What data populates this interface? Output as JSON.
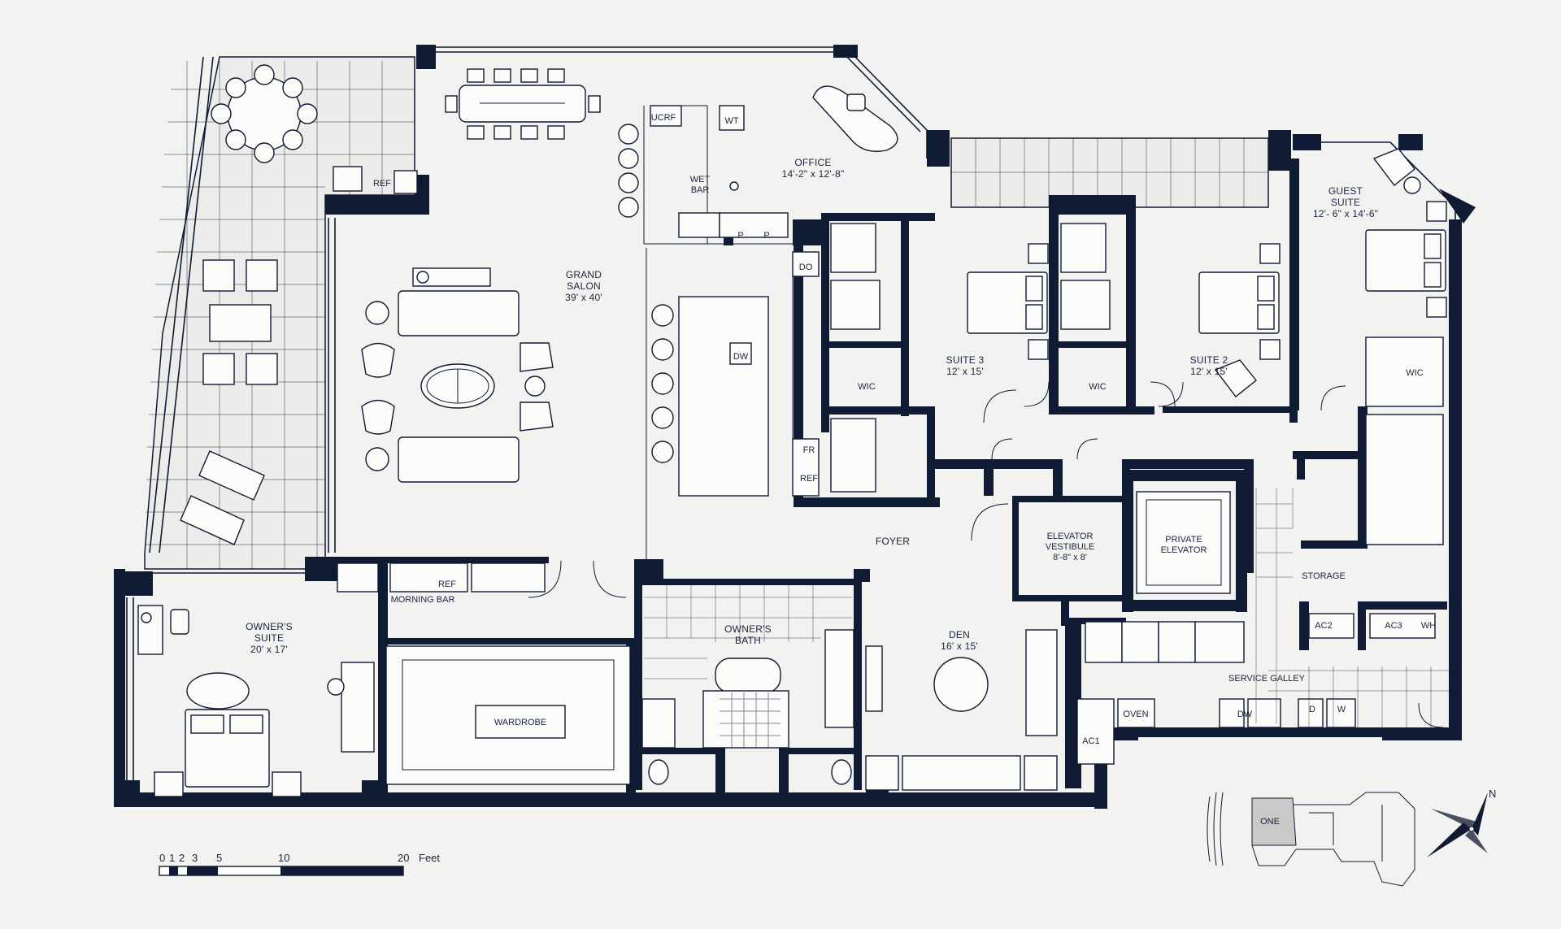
{
  "rooms": {
    "grand_salon": {
      "name": "GRAND\nSALON",
      "dim": "39' x 40'"
    },
    "office": {
      "name": "OFFICE",
      "dim": "14'-2\" x 12'-8\""
    },
    "guest_suite": {
      "name": "GUEST\nSUITE",
      "dim": "12'- 6\" x 14'-6\""
    },
    "suite3": {
      "name": "SUITE 3",
      "dim": "12' x 15'"
    },
    "suite2": {
      "name": "SUITE 2",
      "dim": "12' x 15'"
    },
    "owners_suite": {
      "name": "OWNER'S\nSUITE",
      "dim": "20' x 17'"
    },
    "owners_bath": {
      "name": "OWNER'S\nBATH"
    },
    "den": {
      "name": "DEN",
      "dim": "16' x 15'"
    },
    "foyer": {
      "name": "FOYER"
    },
    "elevator_vestibule": {
      "name": "ELEVATOR\nVESTIBULE",
      "dim": "8'-8\" x 8'"
    },
    "private_elevator": {
      "name": "PRIVATE\nELEVATOR"
    },
    "service_galley": {
      "name": "SERVICE GALLEY"
    },
    "morning_bar": {
      "name": "MORNING BAR"
    },
    "wardrobe": {
      "name": "WARDROBE"
    },
    "storage": {
      "name": "STORAGE"
    },
    "wet_bar": {
      "name": "WET\nBAR"
    }
  },
  "fixtures": {
    "ucrf": "UCRF",
    "wt": "WT",
    "p1": "P",
    "p2": "P",
    "do": "DO",
    "dw_island": "DW",
    "fr": "FR",
    "ref_kitchen": "REF",
    "ref_terrace": "REF",
    "ref_morning": "REF",
    "wic_s3": "WIC",
    "wic_s2": "WIC",
    "wic_guest": "WIC",
    "ac1": "AC1",
    "ac2": "AC2",
    "ac3": "AC3",
    "wh": "WH",
    "oven": "OVEN",
    "dw_galley": "DW",
    "d": "D",
    "w": "W"
  },
  "scale": {
    "ticks": [
      "0",
      "1",
      "2",
      "3",
      "5",
      "10",
      "20"
    ],
    "unit": "Feet"
  },
  "key_plan": {
    "unit_label": "ONE"
  },
  "compass": {
    "north": "N"
  },
  "colors": {
    "wall": "#0f1a33",
    "paper": "#f2f2f0",
    "deck": "#ececea",
    "key_highlight": "#c9c9c9"
  }
}
